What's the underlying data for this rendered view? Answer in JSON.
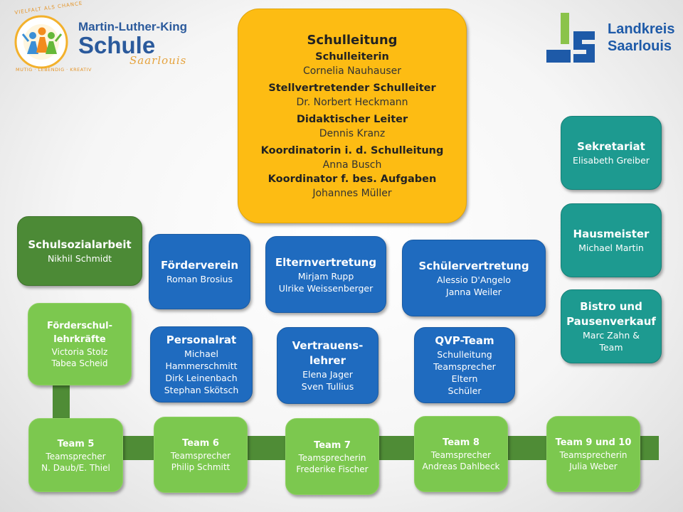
{
  "logo_school": {
    "line1": "Martin-Luther-King",
    "line2": "Schule",
    "line3": "Saarlouis",
    "ring_top": "VIELFALT ALS CHANCE",
    "ring_bottom": "MUTIG · LEBENDIG · KREATIV"
  },
  "logo_county": {
    "line1": "Landkreis",
    "line2": "Saarlouis"
  },
  "schulleitung": {
    "title": "Schulleitung",
    "roles": [
      {
        "role": "Schulleiterin",
        "name": "Cornelia Nauhauser"
      },
      {
        "role": "Stellvertretender Schulleiter",
        "name": "Dr. Norbert Heckmann"
      },
      {
        "role": "Didaktischer Leiter",
        "name": "Dennis Kranz"
      },
      {
        "role": "Koordinatorin i. d. Schulleitung",
        "name": "Anna Busch"
      },
      {
        "role": "Koordinator f. bes. Aufgaben",
        "name": "Johannes Müller"
      }
    ]
  },
  "sekretariat": {
    "title": "Sekretariat",
    "names": [
      "Elisabeth Greiber"
    ]
  },
  "hausmeister": {
    "title": "Hausmeister",
    "names": [
      "Michael Martin"
    ]
  },
  "bistro": {
    "title_lines": [
      "Bistro und",
      "Pausenverkauf"
    ],
    "names": [
      "Marc Zahn &",
      "Team"
    ]
  },
  "schulsozialarbeit": {
    "title": "Schulsozialarbeit",
    "names": [
      "Nikhil Schmidt"
    ]
  },
  "foerderverein": {
    "title": "Förderverein",
    "names": [
      "Roman Brosius"
    ]
  },
  "elternvertretung": {
    "title": "Elternvertretung",
    "names": [
      "Mirjam Rupp",
      "Ulrike Weissenberger"
    ]
  },
  "schuelervertretung": {
    "title": "Schülervertretung",
    "names": [
      "Alessio D'Angelo",
      "Janna Weiler"
    ]
  },
  "personalrat": {
    "title": "Personalrat",
    "names": [
      "Michael",
      "Hammerschmitt",
      "Dirk Leinenbach",
      "Stephan Skötsch"
    ]
  },
  "vertrauenslehrer": {
    "title_lines": [
      "Vertrauens-",
      "lehrer"
    ],
    "names": [
      "Elena Jager",
      "Sven Tullius"
    ]
  },
  "qvp": {
    "title": "QVP-Team",
    "names": [
      "Schulleitung",
      "Teamsprecher",
      "Eltern",
      "Schüler"
    ]
  },
  "foerderschul": {
    "title_lines": [
      "Förderschul-",
      "lehrkräfte"
    ],
    "names": [
      "Victoria Stolz",
      "Tabea Scheid"
    ]
  },
  "teams": [
    {
      "title": "Team 5",
      "role": "Teamsprecher",
      "name": "N. Daub/E. Thiel"
    },
    {
      "title": "Team 6",
      "role": "Teamsprecher",
      "name": "Philip Schmitt"
    },
    {
      "title": "Team 7",
      "role": "Teamsprecherin",
      "name": "Frederike Fischer"
    },
    {
      "title": "Team 8",
      "role": "Teamsprecher",
      "name": "Andreas Dahlbeck"
    },
    {
      "title": "Team 9 und 10",
      "role": "Teamsprecherin",
      "name": "Julia Weber"
    }
  ],
  "colors": {
    "leadership": "#fdbc13",
    "committee": "#1f6bbf",
    "staff": "#1d9a90",
    "social": "#4c8a36",
    "team": "#7cc84f",
    "connector": "#4f8c36"
  }
}
